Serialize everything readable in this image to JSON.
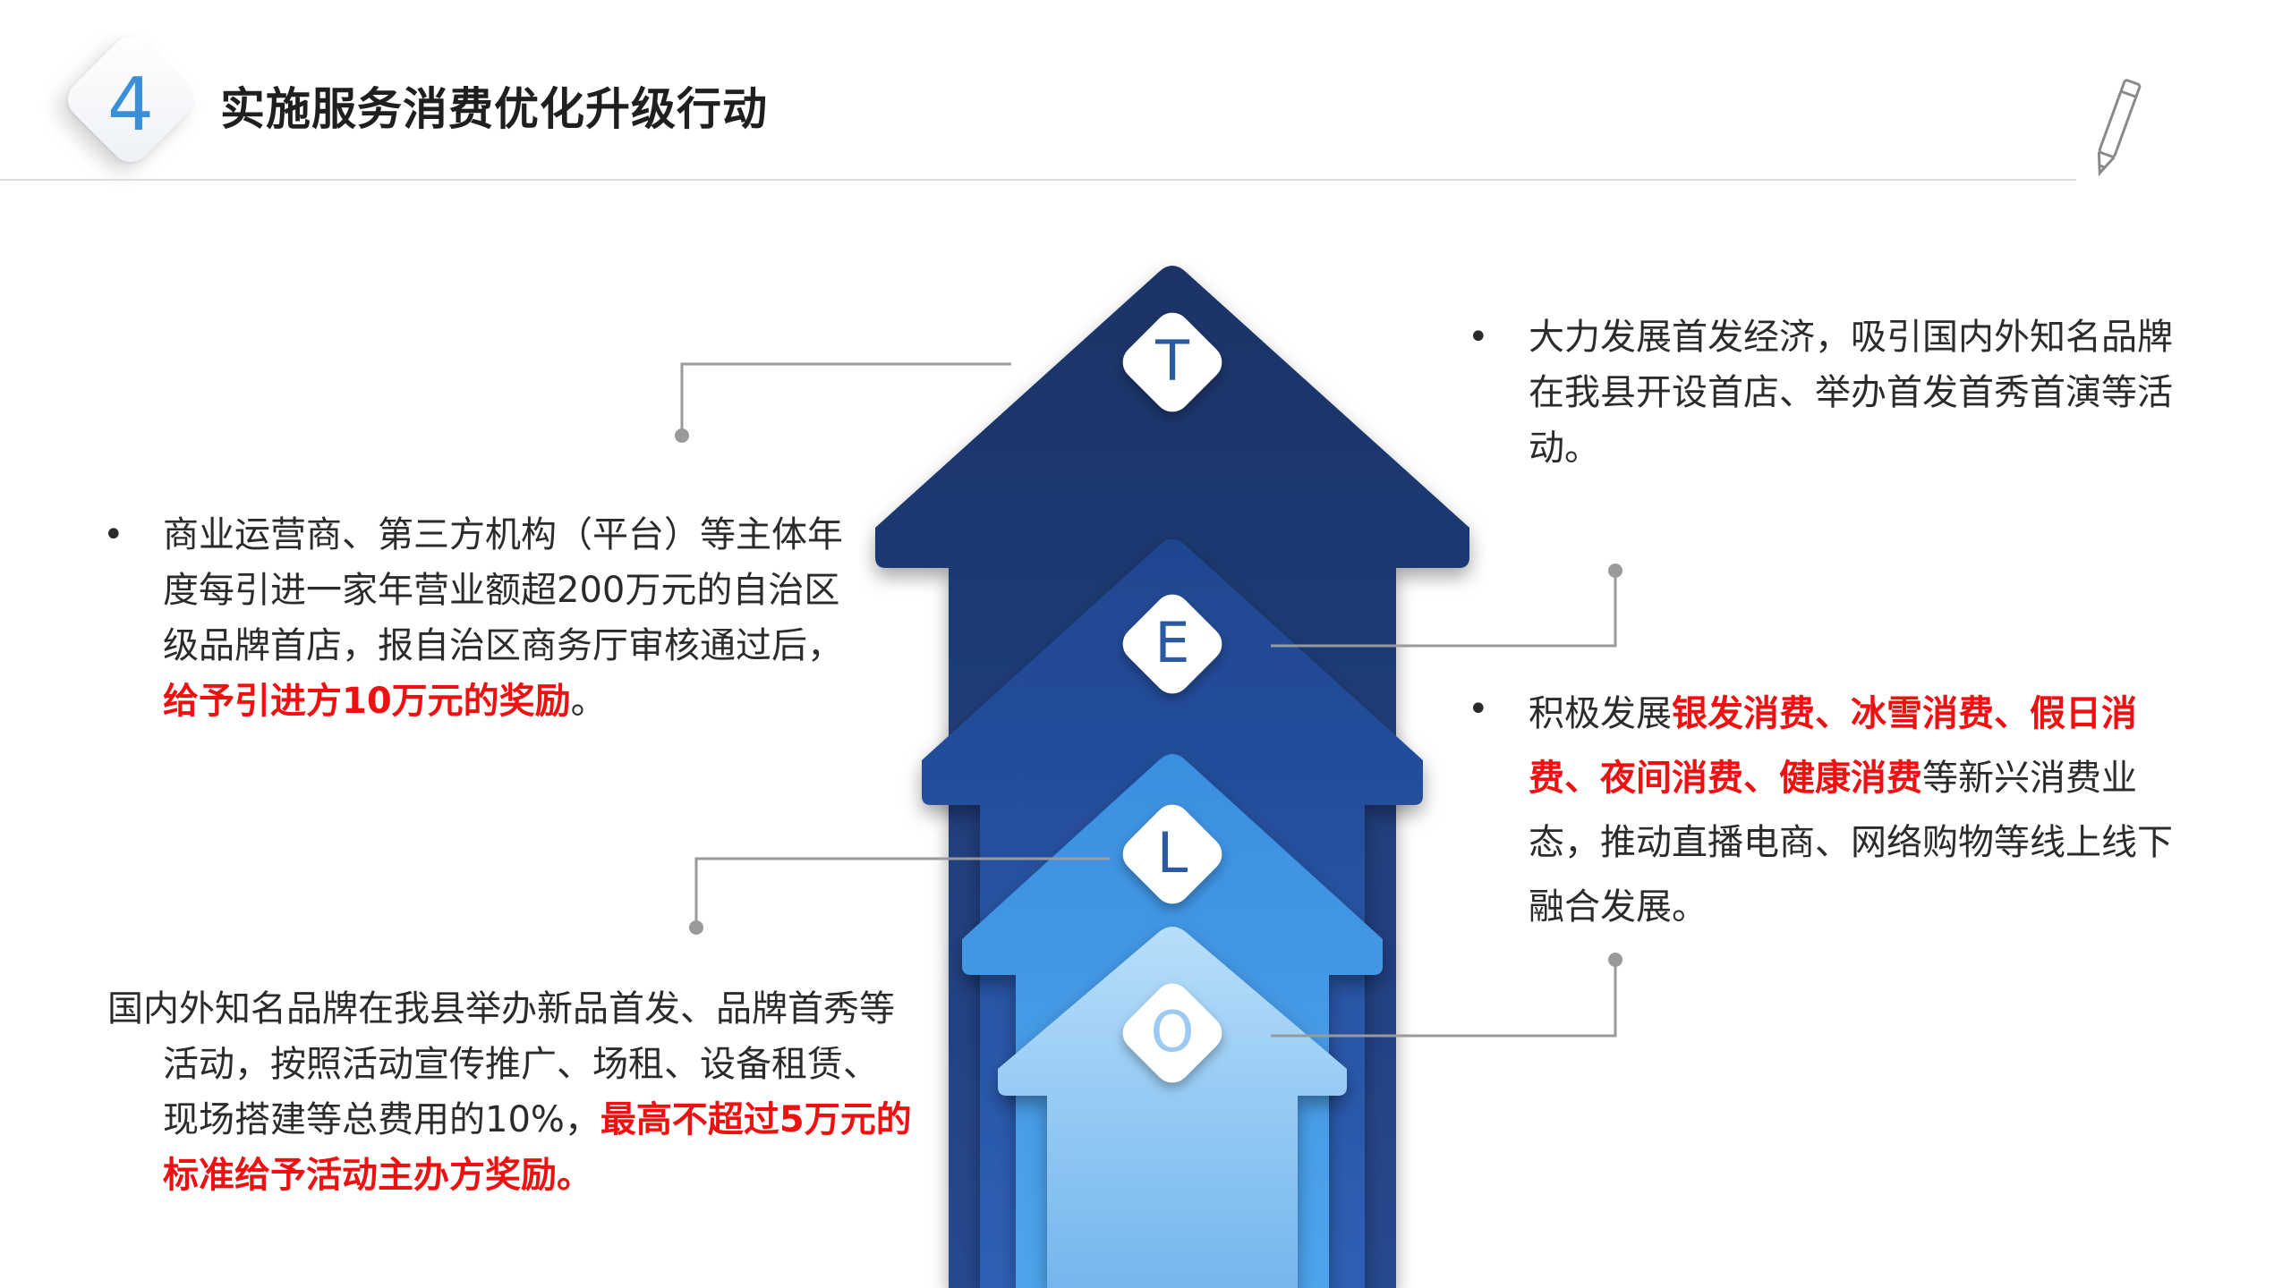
{
  "header": {
    "number": "4",
    "title": "实施服务消费优化升级行动"
  },
  "diagram": {
    "letters": [
      "T",
      "E",
      "L",
      "O"
    ],
    "colors": {
      "arrow1": "#1d3c78",
      "arrow2": "#244f9a",
      "arrow3": "#3a8ee0",
      "arrow4": "#9fd0f6"
    }
  },
  "blocks": {
    "left1": {
      "bullet": "•",
      "parts": [
        "商业运营商、第三方机构（平台）等主体年度每引进一家年营业额超200万元的自治区级品牌首店，报自治区商务厅审核通过后，",
        "给予引进方10万元的奖励",
        "。"
      ]
    },
    "left2": {
      "parts": [
        "国内外知名品牌在我县举办新品首发、品牌首秀等活动，按照活动宣传推广、场租、设备租赁、现场搭建等总费用的10%，",
        "最高不超过5万元的标准给予活动主办方奖励。"
      ]
    },
    "right1": {
      "bullet": "•",
      "text": "大力发展首发经济，吸引国内外知名品牌在我县开设首店、举办首发首秀首演等活动。"
    },
    "right2": {
      "bullet": "•",
      "parts": [
        "积极发展",
        "银发消费、冰雪消费、假日消费、夜间消费、健康消费",
        "等新兴消费业态，推动直播电商、网络购物等线上线下融合发展。"
      ]
    }
  },
  "icons": {
    "pencil": "pencil-icon"
  }
}
